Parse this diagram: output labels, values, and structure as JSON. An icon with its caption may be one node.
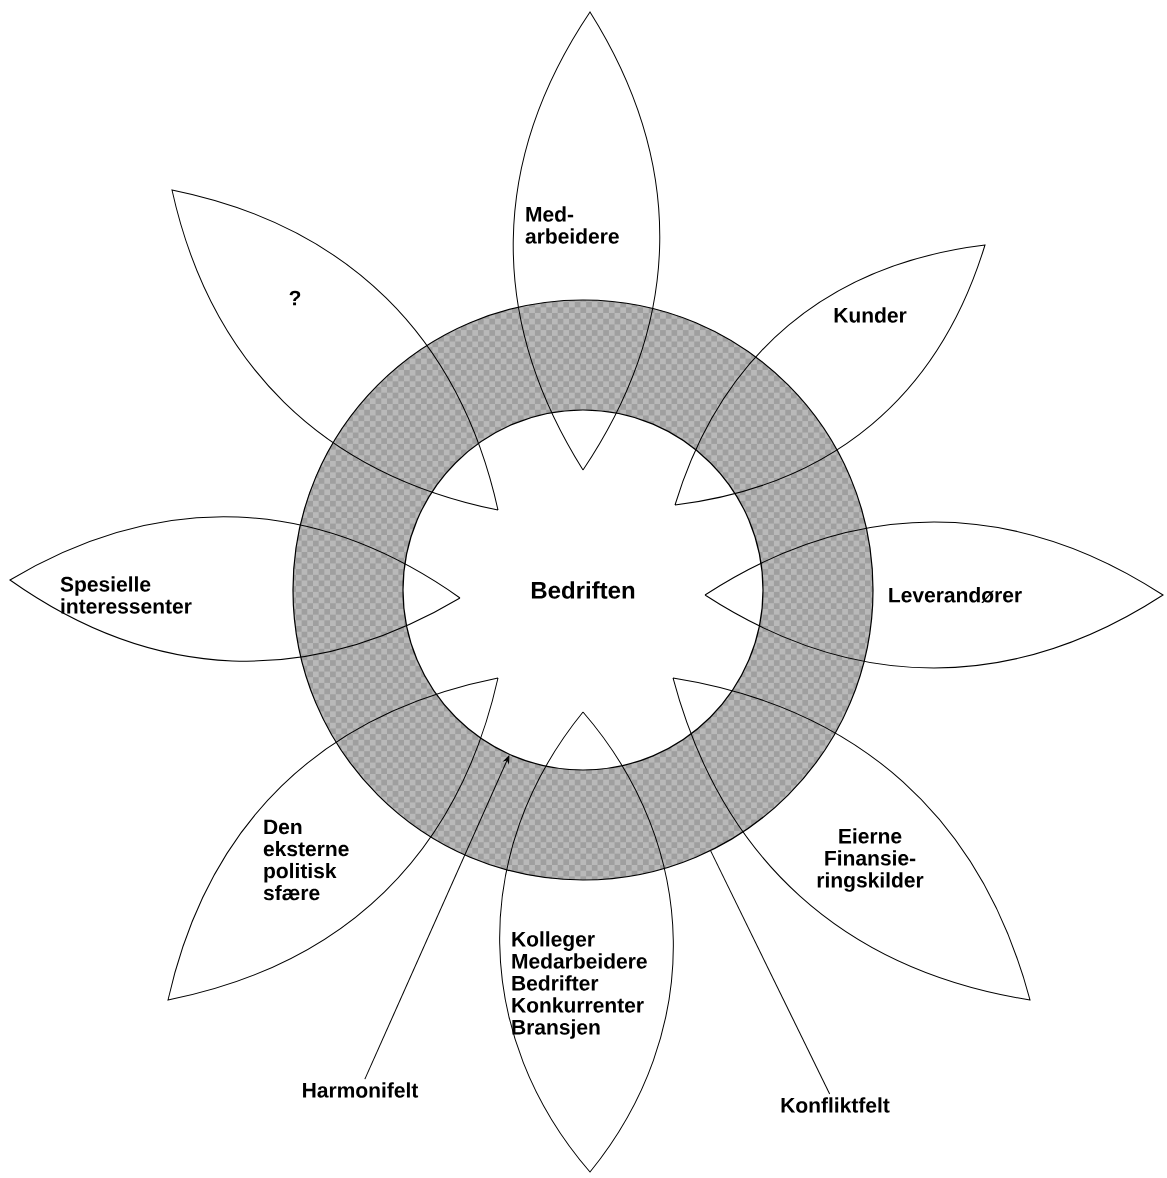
{
  "diagram": {
    "nodes": [
      {
        "text": [],
        "shape": "ring"
      },
      {
        "text": [
          "Bedriften"
        ],
        "in": 0
      },
      {
        "text": [
          "Med- arbeidere"
        ]
      },
      {
        "text": [
          "?"
        ]
      },
      {
        "text": [
          "Kunder"
        ]
      },
      {
        "text": [
          "Spesielle interessenter"
        ]
      },
      {
        "text": [
          "Leverandører"
        ]
      },
      {
        "text": [
          "Den eksterne politisk sfære"
        ]
      },
      {
        "text": [
          "Eierne Finansie- ringskilder"
        ]
      },
      {
        "text": [
          "Kolleger Medarbeidere Bedrifter Konkurrenter Bransjen"
        ]
      },
      {
        "text": [
          "Harmonifelt"
        ]
      },
      {
        "text": [
          "Konfliktfelt"
        ]
      }
    ],
    "edges": [
      {
        "from": 10,
        "to": 1,
        "arrow": "to"
      },
      {
        "from": 11,
        "to": 0,
        "arrow": "none"
      }
    ]
  }
}
